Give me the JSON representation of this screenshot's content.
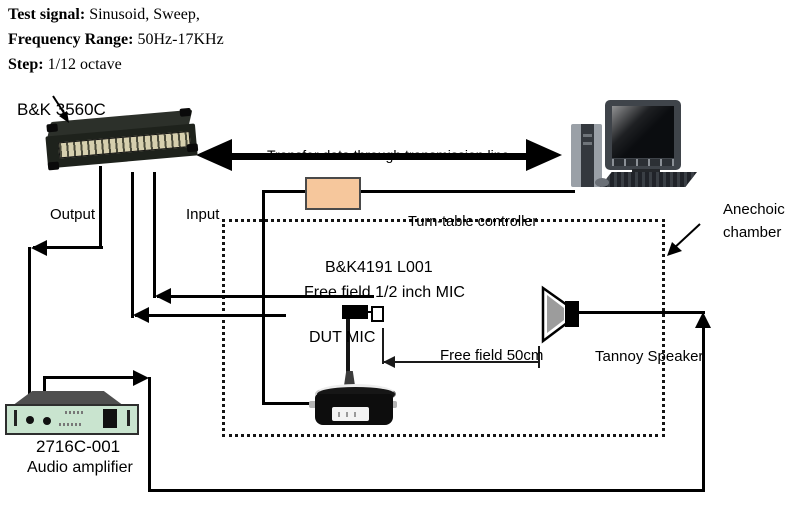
{
  "params": {
    "test_signal_label": "Test signal:",
    "test_signal_value": " Sinusoid, Sweep,",
    "frequency_label": "Frequency Range:",
    "frequency_value": " 50Hz-17KHz",
    "step_label": "Step:",
    "step_value": " 1/12 octave"
  },
  "labels": {
    "analyzer": "B&K 3560C",
    "output": "Output",
    "input": "Input",
    "transfer": "Transfer data through transmission line",
    "turntable_controller": "Turn-table controller",
    "anechoic_line1": "Anechoic",
    "anechoic_line2": "chamber",
    "mic_model": "B&K4191 L001",
    "mic_type": "Free field 1/2 inch MIC",
    "dut_mic": "DUT MIC",
    "distance": "Free field 50cm",
    "speaker": "Tannoy Speaker",
    "amp_model": "2716C-001",
    "amp_name": "Audio amplifier"
  },
  "colors": {
    "line": "#000000",
    "controller_box": "#F6C79C",
    "amp_panel": "#C9E4CF"
  }
}
